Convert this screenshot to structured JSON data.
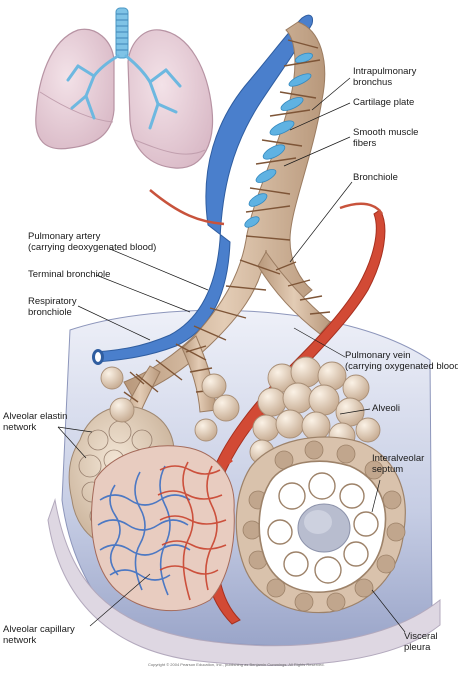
{
  "labels": {
    "intrapulmonary_bronchus": [
      "Intrapulmonary",
      "bronchus"
    ],
    "cartilage_plate": [
      "Cartilage plate"
    ],
    "smooth_muscle_fibers": [
      "Smooth muscle",
      "fibers"
    ],
    "bronchiole": [
      "Bronchiole"
    ],
    "pulmonary_artery": [
      "Pulmonary artery",
      "(carrying deoxygenated blood)"
    ],
    "terminal_bronchiole": [
      "Terminal bronchiole"
    ],
    "respiratory_bronchiole": [
      "Respiratory",
      "bronchiole"
    ],
    "pulmonary_vein": [
      "Pulmonary vein",
      "(carrying oxygenated blood)"
    ],
    "alveoli": [
      "Alveoli"
    ],
    "alveolar_elastin_network": [
      "Alveolar elastin",
      "network"
    ],
    "interalveolar_septum": [
      "Interalveolar",
      "septum"
    ],
    "alveolar_capillary_network": [
      "Alveolar capillary",
      "network"
    ],
    "visceral_pleura": [
      "Visceral",
      "pleura"
    ]
  },
  "credit": "Copyright © 2004 Pearson Education, Inc., publishing as Benjamin Cummings. All Rights Reserved.",
  "colors": {
    "artery": "#3f73c4",
    "vein": "#d24a35",
    "airway": "#c7ad94",
    "muscle": "#8d6242",
    "cartilage": "#5fb2e2",
    "lung": "#e9cfd7",
    "pleura": "#a9b3d2"
  }
}
